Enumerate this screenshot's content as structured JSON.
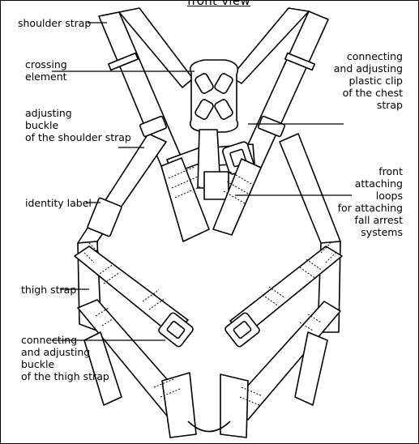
{
  "title": "front view",
  "labels": {
    "shoulder_strap": [
      "shoulder strap"
    ],
    "crossing_element": [
      "crossing",
      "element"
    ],
    "adjusting_buckle": [
      "adjusting",
      "buckle",
      "of the shoulder strap"
    ],
    "identity_label": [
      "identity label"
    ],
    "thigh_strap": [
      "thigh strap"
    ],
    "thigh_buckle": [
      "connecting",
      "and adjusting",
      "buckle",
      "of the thigh strap"
    ],
    "chest_clip": [
      "connecting",
      "and adjusting",
      "plastic clip",
      "of the chest",
      "strap"
    ],
    "front_loops": [
      "front",
      "attaching",
      "loops",
      "for attaching",
      "fall arrest",
      "systems"
    ]
  }
}
